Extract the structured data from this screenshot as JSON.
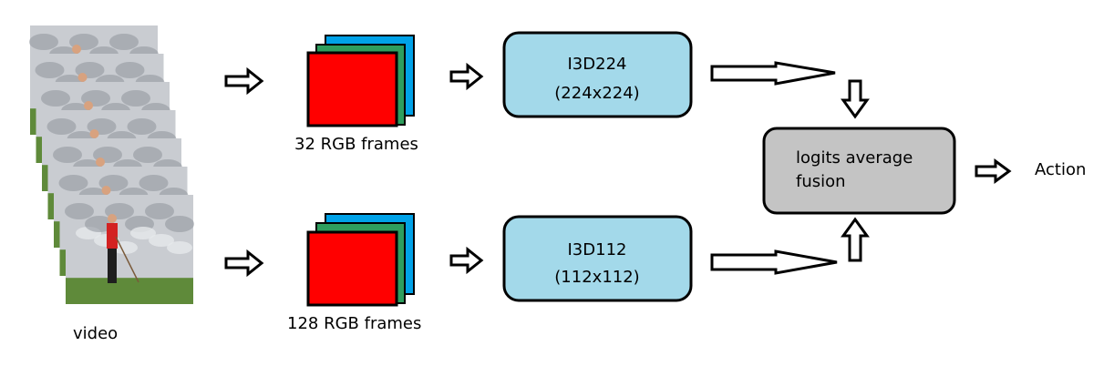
{
  "video": {
    "label": "video",
    "colors": {
      "sky": "#c9ccd1",
      "cloud_dark": "#8e939a",
      "grass": "#5f8a3a",
      "shirt": "#d32222",
      "pants": "#1e1e1e",
      "skin": "#d8a27f"
    }
  },
  "top_branch": {
    "frames_label": "32 RGB frames",
    "model_name": "I3D224",
    "model_size": "(224x224)"
  },
  "bottom_branch": {
    "frames_label": "128 RGB frames",
    "model_name": "I3D112",
    "model_size": "(112x112)"
  },
  "fusion": {
    "line1": "logits average",
    "line2": "fusion"
  },
  "output": {
    "label": "Action"
  },
  "colors": {
    "model_box_fill": "#a3d9ea",
    "fusion_box_fill": "#c4c4c4",
    "frame_red": "#ff0000",
    "frame_green": "#2e9e5e",
    "frame_blue": "#00a2e8"
  },
  "icons": [
    "right-arrow-icon",
    "down-arrow-icon",
    "up-arrow-icon",
    "long-right-arrow-icon"
  ]
}
